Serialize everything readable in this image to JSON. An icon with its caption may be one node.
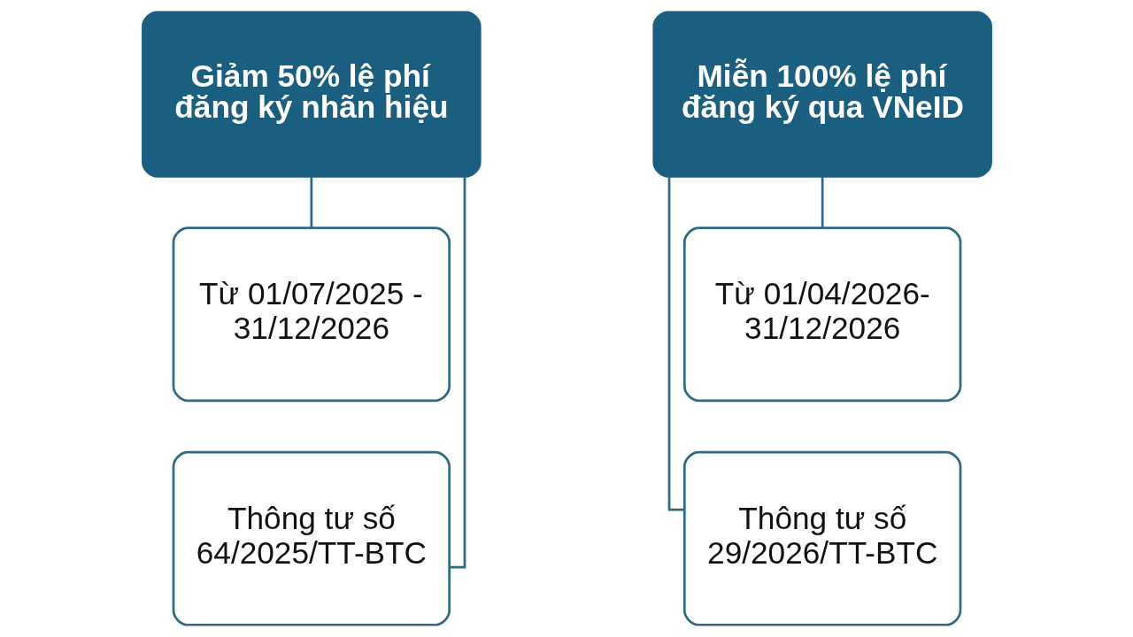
{
  "diagram": {
    "nodes": [
      {
        "text": [
          "Giảm 50% lệ phí đăng ký nhãn hiệu"
        ]
      },
      {
        "text": [
          "Từ 01/07/2025 - 31/12/2026"
        ]
      },
      {
        "text": [
          "Thông tư số 64/2025/TT-BTC"
        ]
      },
      {
        "text": [
          "Miễn 100% lệ phí đăng ký qua VNeID"
        ]
      },
      {
        "text": [
          "Từ 01/04/2026- 31/12/2026"
        ]
      },
      {
        "text": [
          "Thông tư số 29/2026/TT-BTC"
        ]
      }
    ],
    "edges": [
      {
        "from": 0,
        "to": 1,
        "arrow": "none"
      },
      {
        "from": 0,
        "to": 2,
        "arrow": "none"
      },
      {
        "from": 3,
        "to": 4,
        "arrow": "none"
      },
      {
        "from": 3,
        "to": 5,
        "arrow": "none"
      }
    ]
  }
}
